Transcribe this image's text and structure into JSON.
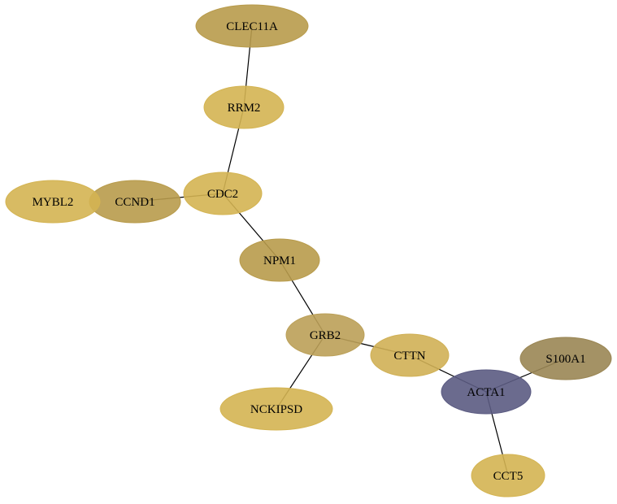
{
  "graph": {
    "nodes": [
      {
        "id": "CLEC11A",
        "label": "CLEC11A",
        "color": "#b89b4b"
      },
      {
        "id": "RRM2",
        "label": "RRM2",
        "color": "#d4b452"
      },
      {
        "id": "CDC2",
        "label": "CDC2",
        "color": "#d4b452"
      },
      {
        "id": "MYBL2",
        "label": "MYBL2",
        "color": "#d4b452"
      },
      {
        "id": "CCND1",
        "label": "CCND1",
        "color": "#b89b4b"
      },
      {
        "id": "NPM1",
        "label": "NPM1",
        "color": "#b89b4b"
      },
      {
        "id": "GRB2",
        "label": "GRB2",
        "color": "#bba058"
      },
      {
        "id": "CTTN",
        "label": "CTTN",
        "color": "#d0b055"
      },
      {
        "id": "NCKIPSD",
        "label": "NCKIPSD",
        "color": "#d4b452"
      },
      {
        "id": "ACTA1",
        "label": "ACTA1",
        "color": "#5b5b82"
      },
      {
        "id": "S100A1",
        "label": "S100A1",
        "color": "#9a8654"
      },
      {
        "id": "CCT5",
        "label": "CCT5",
        "color": "#d4b452"
      }
    ],
    "edges": [
      {
        "source": "CLEC11A",
        "target": "RRM2"
      },
      {
        "source": "RRM2",
        "target": "CDC2"
      },
      {
        "source": "CDC2",
        "target": "CCND1"
      },
      {
        "source": "CDC2",
        "target": "NPM1"
      },
      {
        "source": "NPM1",
        "target": "GRB2"
      },
      {
        "source": "GRB2",
        "target": "CTTN"
      },
      {
        "source": "GRB2",
        "target": "NCKIPSD"
      },
      {
        "source": "CTTN",
        "target": "ACTA1"
      },
      {
        "source": "ACTA1",
        "target": "S100A1"
      },
      {
        "source": "ACTA1",
        "target": "CCT5"
      }
    ]
  }
}
